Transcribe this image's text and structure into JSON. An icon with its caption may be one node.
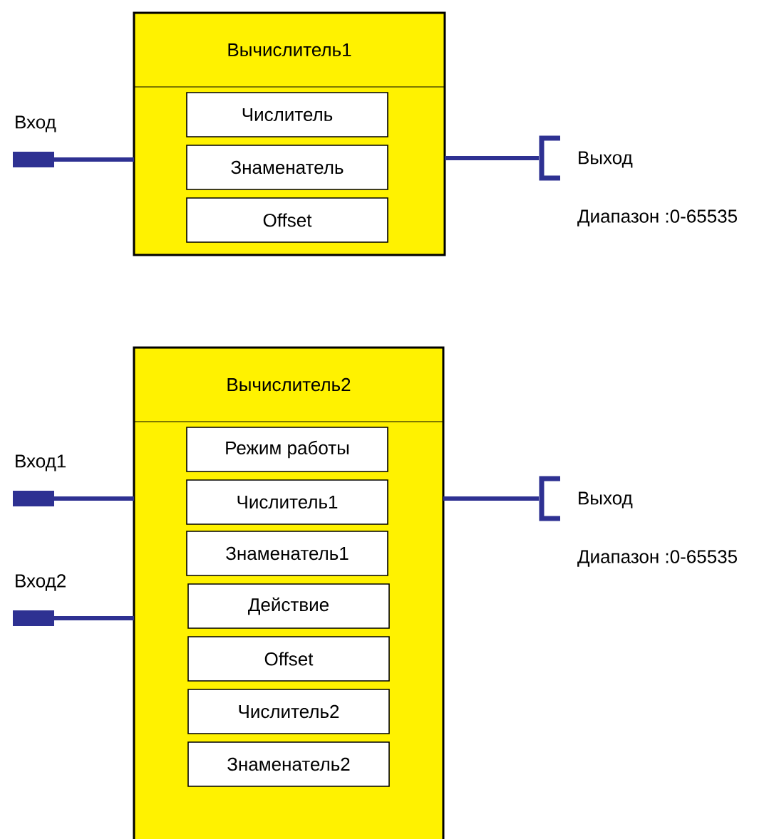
{
  "diagram": {
    "nodes": [
      {
        "text": [
          "Вычислитель1"
        ]
      },
      {
        "text": [
          "Числитель"
        ],
        "in": 0
      },
      {
        "text": [
          "Знаменатель"
        ],
        "in": 0
      },
      {
        "text": [
          "Offset"
        ],
        "in": 0
      },
      {
        "text": [
          "Вход"
        ]
      },
      {
        "text": [
          "Выход",
          "Диапазон :0-65535"
        ]
      },
      {
        "text": [
          "Вычислитель2"
        ]
      },
      {
        "text": [
          "Режим работы"
        ],
        "in": 6
      },
      {
        "text": [
          "Числитель1"
        ],
        "in": 6
      },
      {
        "text": [
          "Знаменатель1"
        ],
        "in": 6
      },
      {
        "text": [
          "Действие"
        ],
        "in": 6
      },
      {
        "text": [
          "Offset"
        ],
        "in": 6
      },
      {
        "text": [
          "Числитель2"
        ],
        "in": 6
      },
      {
        "text": [
          "Знаменатель2"
        ],
        "in": 6
      },
      {
        "text": [
          "Вход1"
        ]
      },
      {
        "text": [
          "Вход2"
        ]
      },
      {
        "text": [
          "Выход",
          "Диапазон :0-65535"
        ]
      }
    ],
    "edges": [
      {
        "from": 4,
        "to": 0,
        "arrow": "none"
      },
      {
        "from": 0,
        "to": 5,
        "arrow": "none"
      },
      {
        "from": 14,
        "to": 6,
        "arrow": "none"
      },
      {
        "from": 15,
        "to": 6,
        "arrow": "none"
      },
      {
        "from": 6,
        "to": 16,
        "arrow": "none"
      }
    ]
  }
}
